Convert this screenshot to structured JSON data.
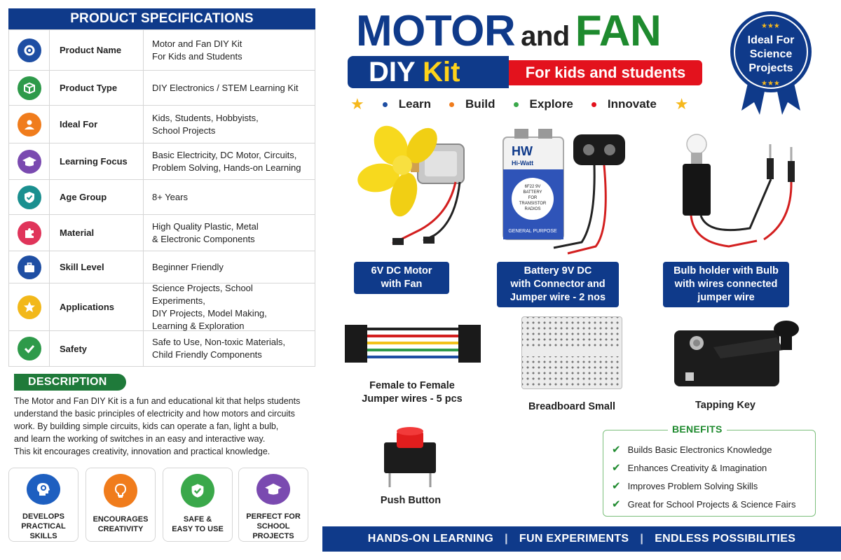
{
  "specs": {
    "header": "PRODUCT SPECIFICATIONS",
    "rows": [
      {
        "label": "Product Name",
        "lines": [
          "Motor and Fan DIY Kit",
          "For Kids and Students"
        ],
        "icon": "gear-icon",
        "color": "#1e4ea3"
      },
      {
        "label": "Product Type",
        "lines": [
          "DIY Electronics / STEM Learning Kit"
        ],
        "icon": "box-icon",
        "color": "#2e9a4a"
      },
      {
        "label": "Ideal For",
        "lines": [
          "Kids, Students, Hobbyists,",
          "School Projects"
        ],
        "icon": "person-icon",
        "color": "#f07c1c"
      },
      {
        "label": "Learning Focus",
        "lines": [
          "Basic Electricity, DC Motor, Circuits,",
          "Problem Solving, Hands-on Learning"
        ],
        "icon": "graduation-cap-icon",
        "color": "#7a4ab0"
      },
      {
        "label": "Age Group",
        "lines": [
          "8+ Years"
        ],
        "icon": "shield-check-icon",
        "color": "#1a8f8f"
      },
      {
        "label": "Material",
        "lines": [
          "High Quality Plastic, Metal",
          "& Electronic Components"
        ],
        "icon": "puzzle-icon",
        "color": "#e0345a"
      },
      {
        "label": "Skill Level",
        "lines": [
          "Beginner Friendly"
        ],
        "icon": "briefcase-icon",
        "color": "#1e4ea3"
      },
      {
        "label": "Applications",
        "lines": [
          "Science Projects, School Experiments,",
          "DIY Projects, Model Making,",
          "Learning & Exploration"
        ],
        "icon": "star-icon",
        "color": "#f2b81a"
      },
      {
        "label": "Safety",
        "lines": [
          "Safe to Use, Non-toxic Materials,",
          "Child Friendly Components"
        ],
        "icon": "check-icon",
        "color": "#2e9a4a"
      }
    ]
  },
  "description": {
    "title": "DESCRIPTION",
    "lines": [
      "The Motor and Fan DIY Kit is a fun and educational kit that helps students",
      "understand the basic principles of electricity and how motors and circuits",
      "work. By building simple circuits, kids can operate a fan, light a bulb,",
      "and learn the working of switches in an easy and interactive way.",
      "This kit encourages creativity, innovation and practical knowledge."
    ]
  },
  "badges": [
    {
      "lines": [
        "DEVELOPS",
        "PRACTICAL SKILLS"
      ],
      "icon": "head-gear-icon",
      "color": "#1e5fc0"
    },
    {
      "lines": [
        "ENCOURAGES",
        "CREATIVITY"
      ],
      "icon": "lightbulb-icon",
      "color": "#f07c1c"
    },
    {
      "lines": [
        "SAFE &",
        "EASY TO USE"
      ],
      "icon": "shield-check-icon",
      "color": "#3aa84a"
    },
    {
      "lines": [
        "PERFECT FOR",
        "SCHOOL PROJECTS"
      ],
      "icon": "graduation-cap-icon",
      "color": "#7a4ab0"
    }
  ],
  "title": {
    "motor": "MOTOR",
    "and": "and",
    "fan": "FAN",
    "diy": "DIY",
    "kit": "Kit",
    "tagline": "For kids and students"
  },
  "steps": [
    {
      "label": "Learn",
      "color": "#1e4ea3"
    },
    {
      "label": "Build",
      "color": "#f07c1c"
    },
    {
      "label": "Explore",
      "color": "#3aa84a"
    },
    {
      "label": "Innovate",
      "color": "#e3121d"
    }
  ],
  "seal": {
    "lines": [
      "Ideal For",
      "Science",
      "Projects"
    ]
  },
  "battery": {
    "brand": "HW",
    "brand_name": "Hi-Watt",
    "spec_lines": [
      "6F22 9V",
      "BATTERY",
      "FOR",
      "TRANSISTOR",
      "RADIOS"
    ],
    "purpose": "GENERAL PURPOSE"
  },
  "components": {
    "motor": [
      "6V DC Motor",
      "with Fan"
    ],
    "battery": [
      "Battery 9V DC",
      "with Connector and",
      "Jumper wire - 2 nos"
    ],
    "bulb": [
      "Bulb holder with Bulb",
      "with wires connected",
      "jumper wire"
    ],
    "jumper": [
      "Female to Female",
      "Jumper wires - 5 pcs"
    ],
    "breadboard": [
      "Breadboard Small"
    ],
    "tapping_key": [
      "Tapping Key"
    ],
    "push_button": [
      "Push Button"
    ]
  },
  "benefits": {
    "title": "BENEFITS",
    "items": [
      "Builds Basic Electronics Knowledge",
      "Enhances Creativity & Imagination",
      "Improves Problem Solving Skills",
      "Great for School Projects & Science Fairs"
    ]
  },
  "footer": [
    "HANDS-ON LEARNING",
    "FUN EXPERIMENTS",
    "ENDLESS POSSIBILITIES"
  ]
}
